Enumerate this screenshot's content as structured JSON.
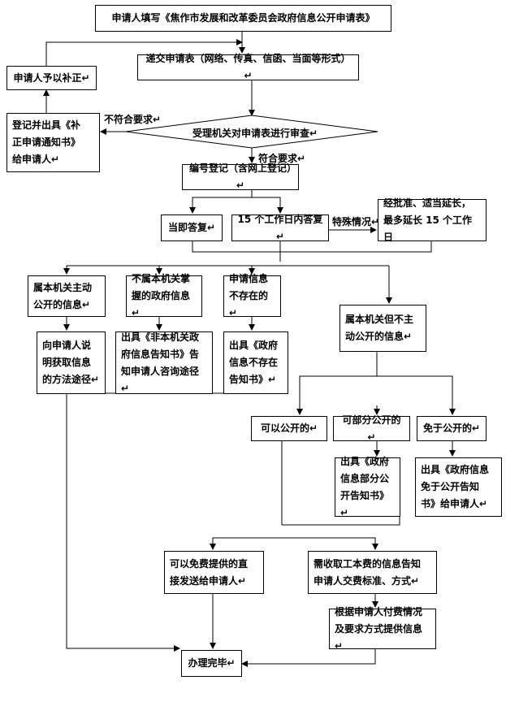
{
  "nodes": {
    "apply": "申请人填写《焦作市发展和改革委员会政府信息公开申请表》",
    "submit": "递交申请表（网络、传真、信函、当面等形式）↵",
    "supplement": "申请人予以补正↵",
    "register_notice": "登记并出具《补\n正申请通知书》\n给申请人↵",
    "review": "受理机关对申请表进行审查↵",
    "number_register": "编号登记（含网上登记）↵",
    "reply_now": "当即答复↵",
    "reply_15": "15 个工作日内答复↵",
    "extend": "经批准、适当延长，\n最多延长 15 个工作日",
    "active_public": "属本机关主动\n公开的信息↵",
    "not_owned": "不属本机关掌\n握的政府信息↵",
    "not_exist": "申请信息\n不存在的↵",
    "not_active": "属本机关但不主\n动公开的信息↵",
    "explain_method": "向申请人说\n明获取信息\n的方法途径↵",
    "issue_not_owned": "出具《非本机关政\n府信息告知书》告\n知申请人咨询途径↵",
    "issue_not_exist": "出具《政府\n信息不存在\n告知书》↵",
    "can_public": "可以公开的↵",
    "partial_public": "可部分公开的↵",
    "exempt": "免于公开的↵",
    "issue_partial": "出具《政府\n信息部分公\n开告知书》↵",
    "issue_exempt": "出具《政府信息\n免于公开告知\n书》给申请人↵",
    "free_send": "可以免费提供的直\n接发送给申请人↵",
    "fee_notice": "需收取工本费的信息告知\n申请人交费标准、方式↵",
    "provide_after_pay": "根据申请人付费情况\n及要求方式提供信息↵",
    "done": "办理完毕↵"
  },
  "labels": {
    "not_meet": "不符合要求↵",
    "meet": "符合要求↵",
    "special": "特殊情况↵"
  }
}
